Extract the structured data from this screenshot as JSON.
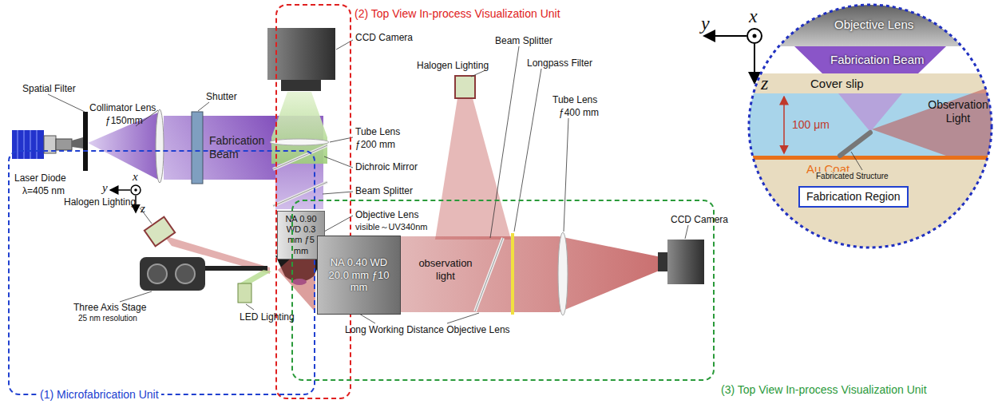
{
  "diagram": {
    "nodes": [
      {
        "text": [
          "(2) Top View In-process Visualization Unit"
        ]
      },
      {
        "text": [
          "(1) Microfabrication Unit"
        ]
      },
      {
        "text": [
          "(3) Top View In-process Visualization Unit"
        ]
      },
      {
        "text": [
          "NA 0.90 WD 0.3 mm ƒ5 mm"
        ],
        "in": 1
      },
      {
        "text": [
          "NA 0.40 WD 20.0 mm ƒ10 mm"
        ],
        "in": 2
      },
      {
        "text": [
          "Fabrication Region"
        ]
      }
    ],
    "labels": [
      "CCD Camera",
      "Tube Lens",
      "ƒ200 mm",
      "Dichroic Mirror",
      "Spatial Filter",
      "Collimator Lens",
      "ƒ150mm",
      "Shutter",
      "Fabrication Beam",
      "Beam Splitter",
      "Halogen Lighting",
      "Beam Splitter",
      "Longpass Filter",
      "Tube Lens",
      "ƒ400 mm",
      "Laser Diode",
      "λ=405 nm",
      "Objective Lens",
      "visible～UV340nm",
      "x",
      "y",
      "z",
      "Halogen Lighting",
      "Three Axis Stage",
      "25 nm resolution",
      "LED Lighting",
      "observation light",
      "Long Working Distance Objective Lens",
      "CCD Camera",
      "x",
      "y",
      "z",
      "Objective Lens",
      "Fabrication Beam",
      "Cover slip",
      "100 μm",
      "Observation Light",
      "Au Coat",
      "Fabricated Structure"
    ]
  }
}
